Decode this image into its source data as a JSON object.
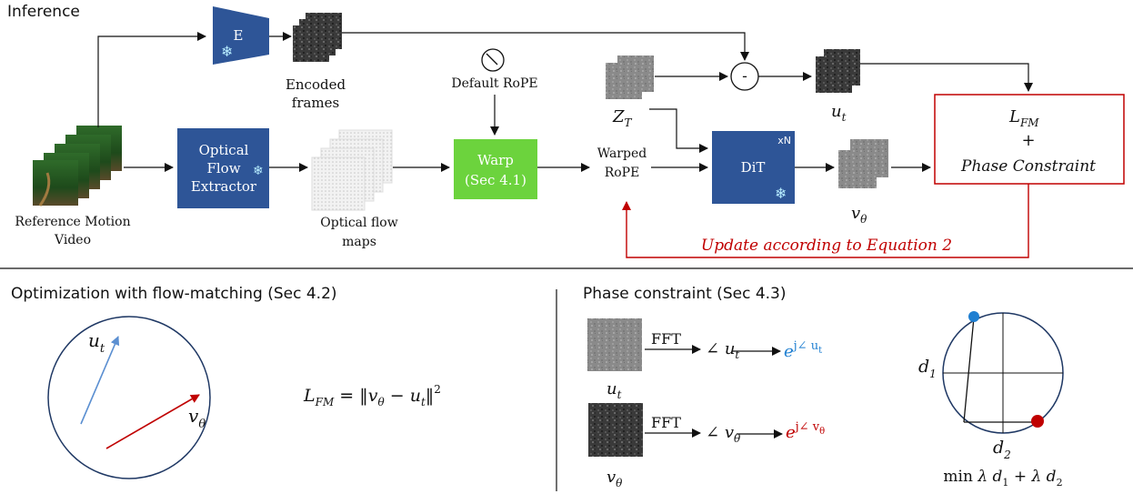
{
  "colors": {
    "box_blue": "#2e5597",
    "box_green": "#6cd33d",
    "loss_border": "#c00000",
    "update_red": "#c00000",
    "arrow_blue": "#5b8fd1",
    "arrow_red": "#c00000",
    "dot_blue": "#1f7fd1",
    "dot_red": "#c00000",
    "snowflake": "#b6ecff"
  },
  "top": {
    "section_title": "Inference",
    "encoder_label": "E",
    "encoded_frames": [
      "Encoded",
      "frames"
    ],
    "reference_video": [
      "Reference Motion",
      "Video"
    ],
    "optical_flow_extractor": [
      "Optical",
      "Flow",
      "Extractor"
    ],
    "optical_flow_maps": [
      "Optical flow",
      "maps"
    ],
    "default_rope": "Default RoPE",
    "warp": [
      "Warp",
      "(Sec 4.1)"
    ],
    "warped_rope": [
      "Warped",
      "RoPE"
    ],
    "z_t": {
      "base": "Z",
      "sub": "T"
    },
    "minus": "-",
    "u_t": {
      "base": "u",
      "sub": "t"
    },
    "dit": "DiT",
    "dit_repeat": "xN",
    "v_theta": {
      "base": "v",
      "sub": "θ"
    },
    "loss_box": {
      "line1_base": "L",
      "line1_sub": "FM",
      "plus": "+",
      "line3": "Phase Constraint"
    },
    "update_text": "Update according to Equation 2"
  },
  "bottom_left": {
    "section_title": "Optimization with flow-matching (Sec 4.2)",
    "u_t": {
      "base": "u",
      "sub": "t"
    },
    "v_theta": {
      "base": "v",
      "sub": "θ"
    },
    "loss_eq": {
      "lhs": "L",
      "lhs_sub": "FM",
      "eq": " = ‖",
      "v": "v",
      "v_sub": "θ",
      "minus": " − ",
      "u": "u",
      "u_sub": "t",
      "tail": "‖",
      "sup": "2"
    }
  },
  "bottom_right": {
    "section_title": "Phase constraint (Sec 4.3)",
    "fft": "FFT",
    "row1": {
      "angle": "∠ ",
      "var": "u",
      "sub": "t",
      "exp_base": "e",
      "exp_sup": "j∠ u",
      "exp_sub": "t"
    },
    "row2": {
      "angle": "∠ ",
      "var": "v",
      "sub": "θ",
      "exp_base": "e",
      "exp_sup": "j∠ v",
      "exp_sub": "θ"
    },
    "u_t": {
      "base": "u",
      "sub": "t"
    },
    "v_theta": {
      "base": "v",
      "sub": "θ"
    },
    "d1": {
      "base": "d",
      "sub": "1"
    },
    "d2": {
      "base": "d",
      "sub": "2"
    },
    "objective": {
      "prefix": "min ",
      "lam1": "λ ",
      "d1": "d",
      "d1_sub": "1",
      "plus": " + ",
      "lam2": "λ ",
      "d2": "d",
      "d2_sub": "2"
    }
  }
}
